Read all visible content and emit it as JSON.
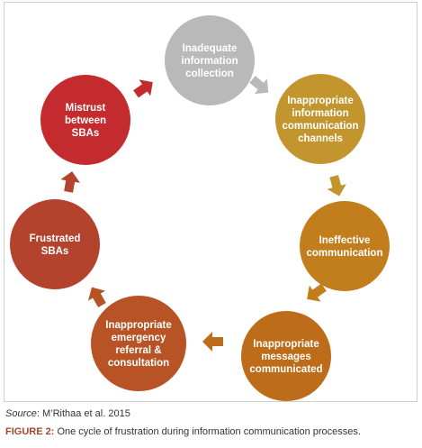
{
  "diagram": {
    "nodes": [
      {
        "id": "n1",
        "lines": [
          "Inadequate",
          "information",
          "collection"
        ],
        "color": "#b9b9b9"
      },
      {
        "id": "n2",
        "lines": [
          "Inappropriate",
          "information",
          "communication",
          "channels"
        ],
        "color": "#c3952e"
      },
      {
        "id": "n3",
        "lines": [
          "Ineffective",
          "communication"
        ],
        "color": "#c27e1d"
      },
      {
        "id": "n4",
        "lines": [
          "Inappropriate",
          "messages",
          "communicated"
        ],
        "color": "#bd6c19"
      },
      {
        "id": "n5",
        "lines": [
          "Inappropriate",
          "emergency",
          "referral &",
          "consultation"
        ],
        "color": "#b75325"
      },
      {
        "id": "n6",
        "lines": [
          "Frustrated",
          "SBAs"
        ],
        "color": "#b4432e"
      },
      {
        "id": "n7",
        "lines": [
          "Mistrust",
          "between",
          "SBAs"
        ],
        "color": "#c42b2f"
      }
    ],
    "arrow_colors": [
      "#b9b9b9",
      "#c3952e",
      "#c27e1d",
      "#bd6c19",
      "#b75325",
      "#b4432e",
      "#c42b2f"
    ]
  },
  "source": {
    "label": "Source",
    "text": ": M’Rithaa et al. 2015"
  },
  "caption": {
    "label": "FIGURE 2:",
    "text": " One cycle of frustration during information communication processes."
  }
}
